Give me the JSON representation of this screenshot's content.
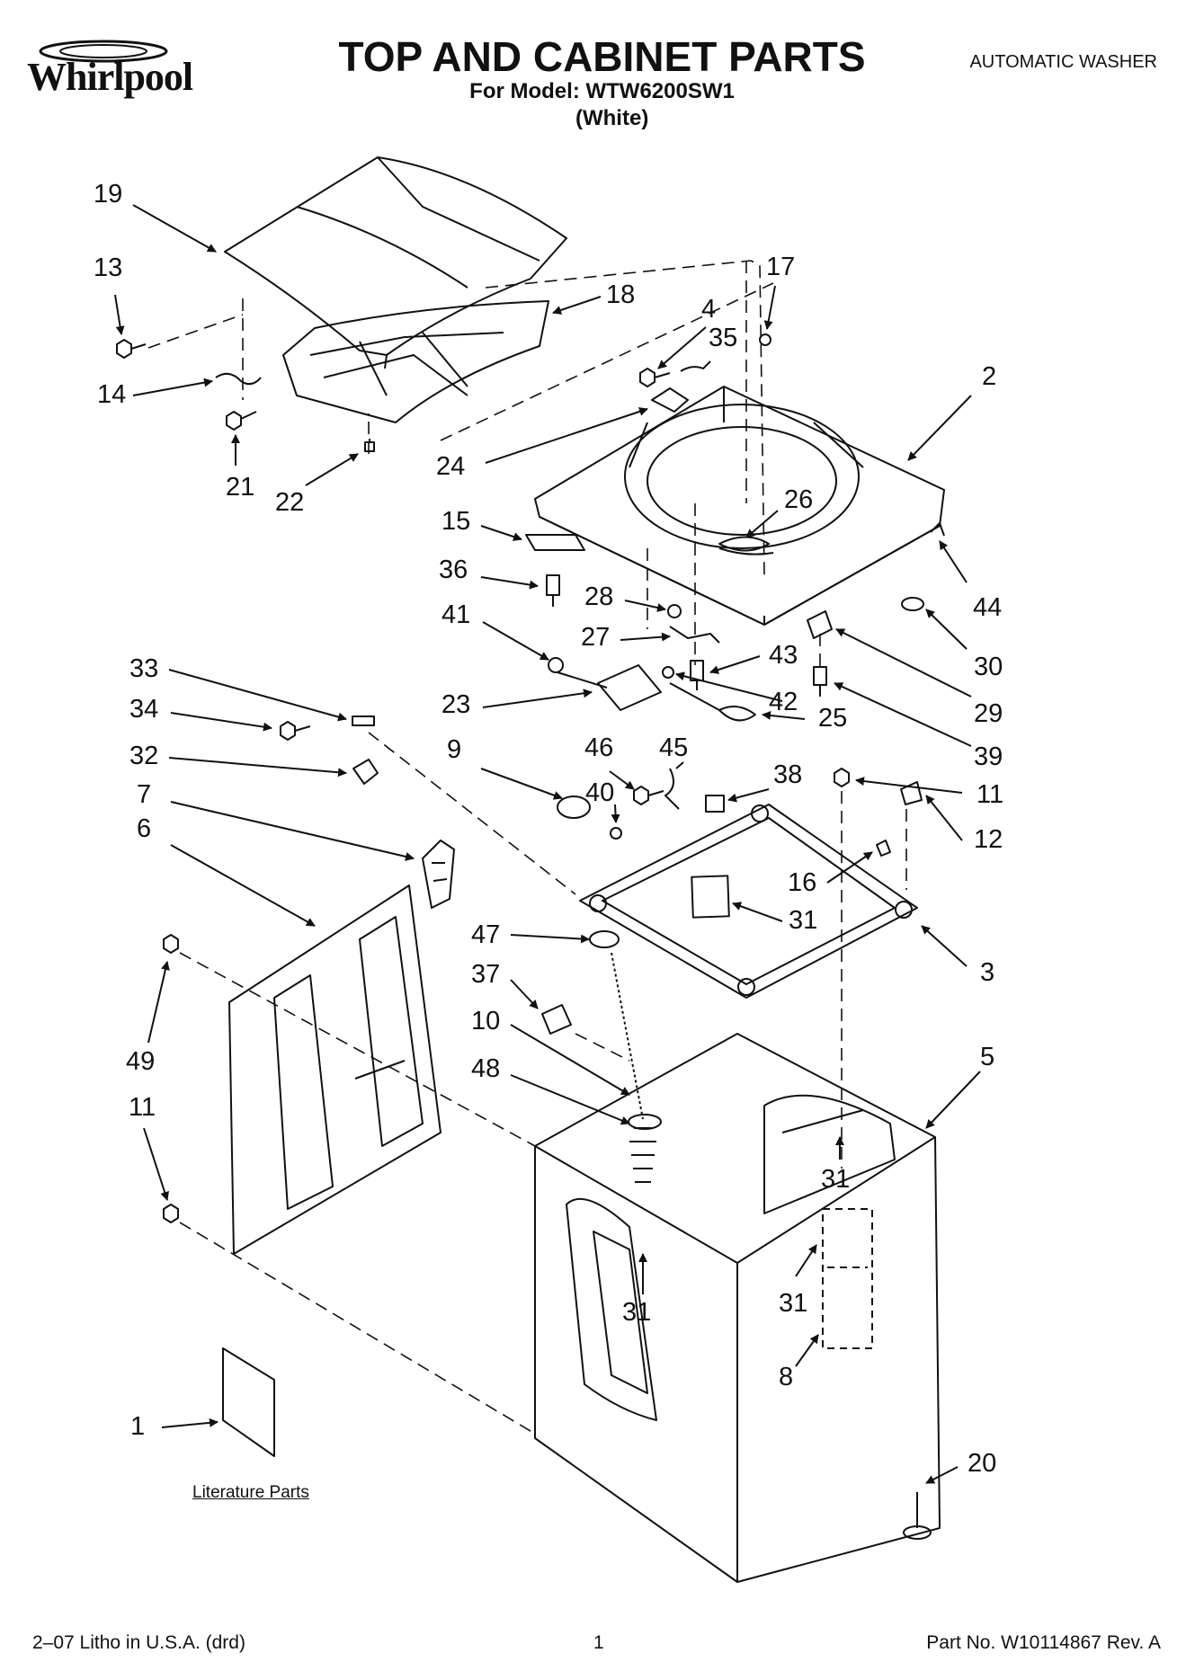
{
  "brand": "Whirlpool",
  "header": {
    "title": "TOP AND CABINET PARTS",
    "model_line": "For Model: WTW6200SW1",
    "color": "(White)",
    "product_type": "AUTOMATIC WASHER"
  },
  "literature_label": "Literature Parts",
  "footer": {
    "left": "2–07 Litho in U.S.A. (drd)",
    "page_number": "1",
    "part_number": "Part No. W10114867 Rev. A"
  },
  "callouts": [
    {
      "id": "c19",
      "label": "19"
    },
    {
      "id": "c13",
      "label": "13"
    },
    {
      "id": "c14",
      "label": "14"
    },
    {
      "id": "c21",
      "label": "21"
    },
    {
      "id": "c22",
      "label": "22"
    },
    {
      "id": "c18",
      "label": "18"
    },
    {
      "id": "c17",
      "label": "17"
    },
    {
      "id": "c4",
      "label": "4"
    },
    {
      "id": "c35",
      "label": "35"
    },
    {
      "id": "c2",
      "label": "2"
    },
    {
      "id": "c24",
      "label": "24"
    },
    {
      "id": "c26",
      "label": "26"
    },
    {
      "id": "c15",
      "label": "15"
    },
    {
      "id": "c36",
      "label": "36"
    },
    {
      "id": "c44",
      "label": "44"
    },
    {
      "id": "c28",
      "label": "28"
    },
    {
      "id": "c41",
      "label": "41"
    },
    {
      "id": "c27",
      "label": "27"
    },
    {
      "id": "c30",
      "label": "30"
    },
    {
      "id": "c43",
      "label": "43"
    },
    {
      "id": "c33",
      "label": "33"
    },
    {
      "id": "c23",
      "label": "23"
    },
    {
      "id": "c42",
      "label": "42"
    },
    {
      "id": "c29",
      "label": "29"
    },
    {
      "id": "c34",
      "label": "34"
    },
    {
      "id": "c25",
      "label": "25"
    },
    {
      "id": "c39",
      "label": "39"
    },
    {
      "id": "c32",
      "label": "32"
    },
    {
      "id": "c9",
      "label": "9"
    },
    {
      "id": "c46",
      "label": "46"
    },
    {
      "id": "c45",
      "label": "45"
    },
    {
      "id": "c38",
      "label": "38"
    },
    {
      "id": "c11a",
      "label": "11"
    },
    {
      "id": "c7",
      "label": "7"
    },
    {
      "id": "c40",
      "label": "40"
    },
    {
      "id": "c12",
      "label": "12"
    },
    {
      "id": "c6",
      "label": "6"
    },
    {
      "id": "c16",
      "label": "16"
    },
    {
      "id": "c31a",
      "label": "31"
    },
    {
      "id": "c47",
      "label": "47"
    },
    {
      "id": "c3",
      "label": "3"
    },
    {
      "id": "c37",
      "label": "37"
    },
    {
      "id": "c10",
      "label": "10"
    },
    {
      "id": "c5",
      "label": "5"
    },
    {
      "id": "c49",
      "label": "49"
    },
    {
      "id": "c48",
      "label": "48"
    },
    {
      "id": "c11b",
      "label": "11"
    },
    {
      "id": "c31b",
      "label": "31"
    },
    {
      "id": "c31c",
      "label": "31"
    },
    {
      "id": "c31d",
      "label": "31"
    },
    {
      "id": "c8",
      "label": "8"
    },
    {
      "id": "c1",
      "label": "1"
    },
    {
      "id": "c20",
      "label": "20"
    }
  ]
}
